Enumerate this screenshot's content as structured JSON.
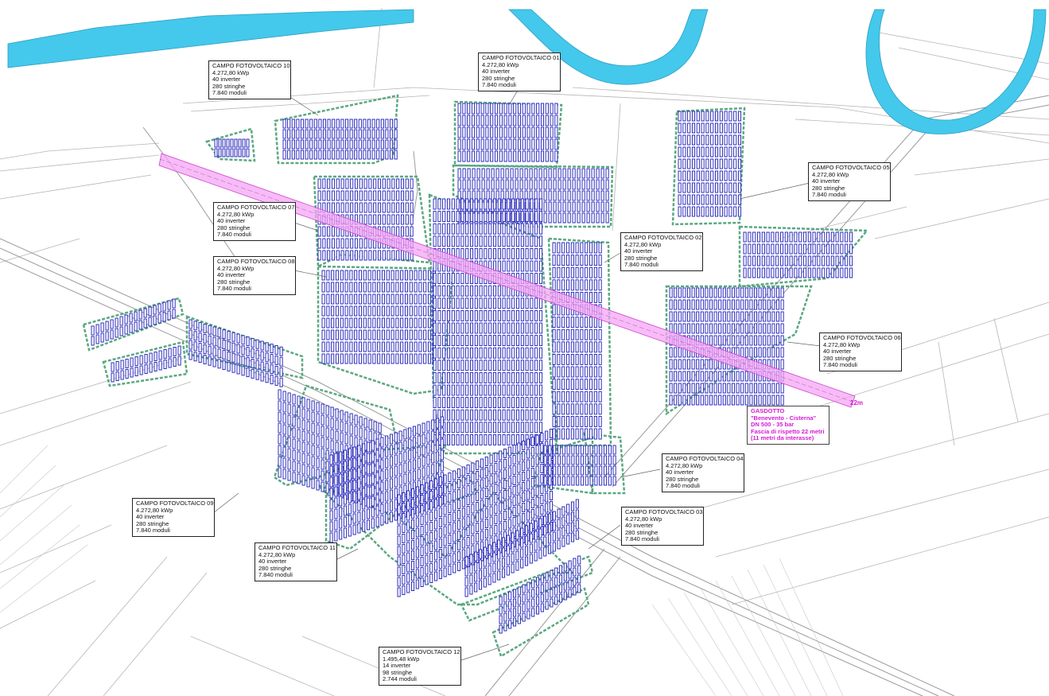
{
  "colors": {
    "river": "#44c8ec",
    "panel_stroke": "#1a1ab8",
    "panel_fill": "#ffffff",
    "pipeline": "#e86ee8",
    "road": "#a8a8a8",
    "field_border": "#55aa88",
    "gas_text": "#d61ad6"
  },
  "fields": [
    {
      "id": "10",
      "title": "CAMPO FOTOVOLTAICO 10",
      "power": "4.272,80 kWp",
      "inverter": "40 inverter",
      "strings": "280 stringhe",
      "modules": "7.840 moduli"
    },
    {
      "id": "01",
      "title": "CAMPO FOTOVOLTAICO 01",
      "power": "4.272,80 kWp",
      "inverter": "40 inverter",
      "strings": "280 stringhe",
      "modules": "7.840 moduli"
    },
    {
      "id": "05",
      "title": "CAMPO FOTOVOLTAICO 05",
      "power": "4.272,80 kWp",
      "inverter": "40 inverter",
      "strings": "280 stringhe",
      "modules": "7.840 moduli"
    },
    {
      "id": "07",
      "title": "CAMPO FOTOVOLTAICO 07",
      "power": "4.272,80 kWp",
      "inverter": "40 inverter",
      "strings": "280 stringhe",
      "modules": "7.840 moduli"
    },
    {
      "id": "02",
      "title": "CAMPO FOTOVOLTAICO 02",
      "power": "4.272,80 kWp",
      "inverter": "40 inverter",
      "strings": "280 stringhe",
      "modules": "7.840 moduli"
    },
    {
      "id": "08",
      "title": "CAMPO FOTOVOLTAICO 08",
      "power": "4.272,80 kWp",
      "inverter": "40 inverter",
      "strings": "280 stringhe",
      "modules": "7.840 moduli"
    },
    {
      "id": "06",
      "title": "CAMPO FOTOVOLTAICO 06",
      "power": "4.272,80 kWp",
      "inverter": "40 inverter",
      "strings": "280 stringhe",
      "modules": "7.840 moduli"
    },
    {
      "id": "04",
      "title": "CAMPO FOTOVOLTAICO 04",
      "power": "4.272,80 kWp",
      "inverter": "40 inverter",
      "strings": "280 stringhe",
      "modules": "7.840 moduli"
    },
    {
      "id": "09",
      "title": "CAMPO FOTOVOLTAICO 09",
      "power": "4.272,80 kWp",
      "inverter": "40 inverter",
      "strings": "280 stringhe",
      "modules": "7.840 moduli"
    },
    {
      "id": "03",
      "title": "CAMPO FOTOVOLTAICO 03",
      "power": "4.272,80 kWp",
      "inverter": "40 inverter",
      "strings": "280 stringhe",
      "modules": "7.840 moduli"
    },
    {
      "id": "11",
      "title": "CAMPO FOTOVOLTAICO 11",
      "power": "4.272,80 kWp",
      "inverter": "40 inverter",
      "strings": "280 stringhe",
      "modules": "7.840 moduli"
    },
    {
      "id": "12",
      "title": "CAMPO FOTOVOLTAICO 12",
      "power": "1.495,48 kWp",
      "inverter": "14 inverter",
      "strings": "98 stringhe",
      "modules": "2.744 moduli"
    }
  ],
  "gasdotto": {
    "title": "GASDOTTO",
    "name": "\"Benevento - Cisterna\"",
    "spec": "DN 500 - 35 bar",
    "buffer": "Fascia di rispetto 22 metri",
    "buffer_note": "(11 metri da interasse)",
    "width_label": "22m"
  }
}
